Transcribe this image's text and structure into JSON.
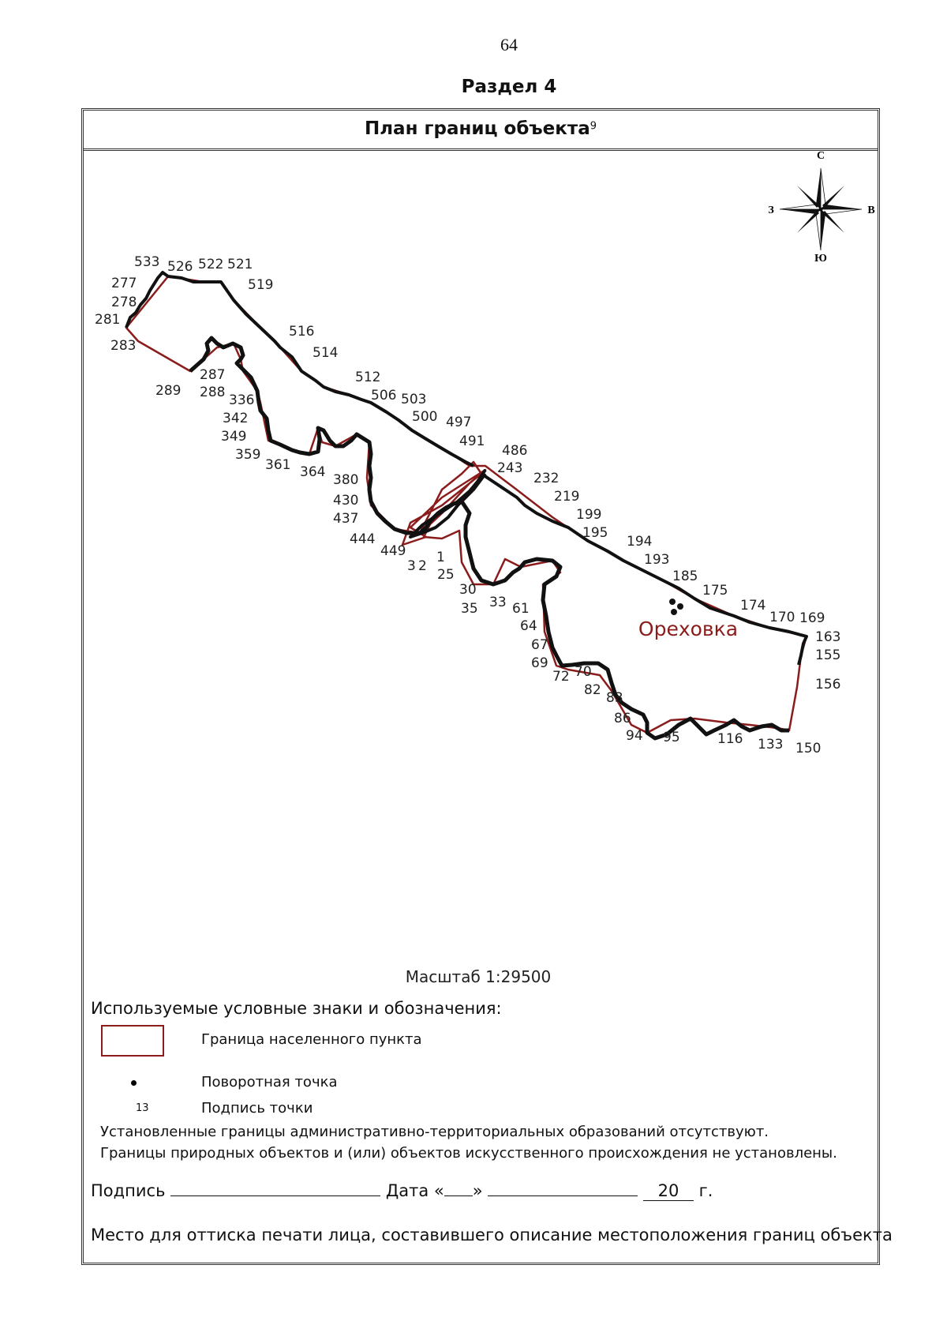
{
  "page": {
    "number": "64",
    "section": "Раздел 4"
  },
  "frame": {
    "title": "План границ объекта",
    "footnote_mark": "9"
  },
  "compass": {
    "north": "С",
    "south": "Ю",
    "west": "З",
    "east": "В",
    "icon": "compass-rose-icon"
  },
  "map": {
    "settlement_label": "Ореховка",
    "boundary_color": "#8b1c1c",
    "point_color": "#000000",
    "point_labels": [
      "533",
      "526",
      "522",
      "521",
      "519",
      "277",
      "278",
      "281",
      "283",
      "289",
      "287",
      "288",
      "336",
      "342",
      "349",
      "359",
      "361",
      "364",
      "380",
      "430",
      "437",
      "444",
      "449",
      "516",
      "514",
      "512",
      "506",
      "503",
      "500",
      "497",
      "491",
      "486",
      "243",
      "232",
      "219",
      "199",
      "195",
      "194",
      "193",
      "185",
      "175",
      "174",
      "170",
      "169",
      "163",
      "155",
      "156",
      "150",
      "133",
      "116",
      "95",
      "94",
      "86",
      "83",
      "82",
      "72",
      "70",
      "69",
      "67",
      "64",
      "61",
      "33",
      "35",
      "30",
      "25",
      "1",
      "2",
      "3"
    ]
  },
  "scale": "Масштаб 1:29500",
  "legend": {
    "title": "Используемые условные знаки и обозначения:",
    "items": [
      {
        "symbol": "boundary-rect",
        "label": "Граница населенного пункта"
      },
      {
        "symbol": "point-dot",
        "label": "Поворотная точка"
      },
      {
        "symbol": "13",
        "label": "Подпись точки"
      }
    ]
  },
  "notes": [
    "Установленные границы административно-территориальных образований отсутствуют.",
    "Границы природных объектов и (или) объектов искусственного происхождения не установлены."
  ],
  "signature": {
    "sign_label": "Подпись",
    "date_label": "Дата «",
    "date_close": "»",
    "year": "20",
    "year_suffix": "г."
  },
  "stamp_text": "Место для оттиска печати лица, составившего описание местоположения границ объекта"
}
